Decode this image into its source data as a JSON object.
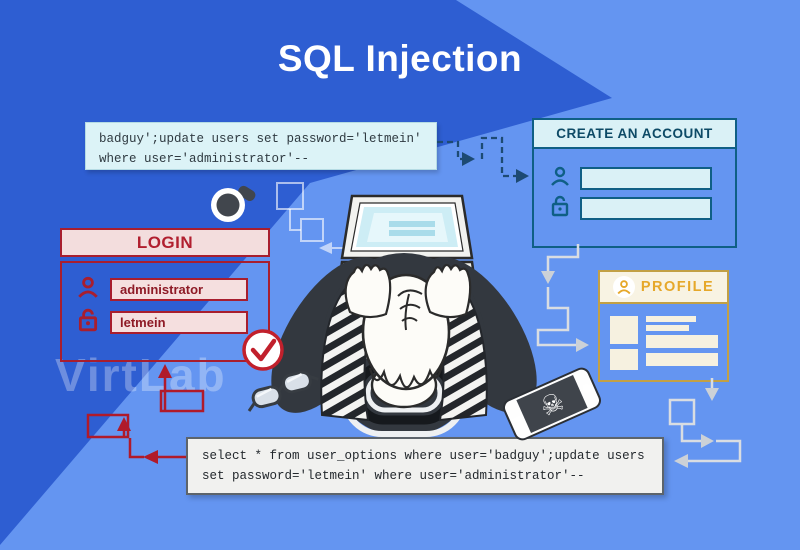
{
  "header": {
    "title": "SQL Injection"
  },
  "watermark": "VirtLab",
  "injection_snippet": {
    "line1": "badguy';update users set password='letmein'",
    "line2": "where user='administrator'--"
  },
  "query_snippet": {
    "line1": "select * from user_options where user='badguy';update users",
    "line2": "set password='letmein' where user='administrator'--"
  },
  "create_account_form": {
    "title": "CREATE AN ACCOUNT",
    "username_value": "",
    "password_value": ""
  },
  "login_form": {
    "title": "LOGIN",
    "username_value": "administrator",
    "password_value": "letmein"
  },
  "profile_card": {
    "title": "PROFILE"
  },
  "icons": {
    "user": "user-icon",
    "lock": "lock-icon",
    "check": "check-icon",
    "skull": "☠",
    "coffee": "coffee-cup-icon",
    "glasses": "glasses-icon",
    "phone": "phone-icon"
  },
  "colors": {
    "bg_dark": "#2e5ed2",
    "bg_light": "#6495f1",
    "teal_accent": "#0f5f85",
    "red_accent": "#a81e2e",
    "gold_accent": "#c2a045",
    "navy_dash": "#1d4a73",
    "snippet_bg_top": "#dcf3f7",
    "snippet_bg_bottom": "#f1f1ef"
  }
}
